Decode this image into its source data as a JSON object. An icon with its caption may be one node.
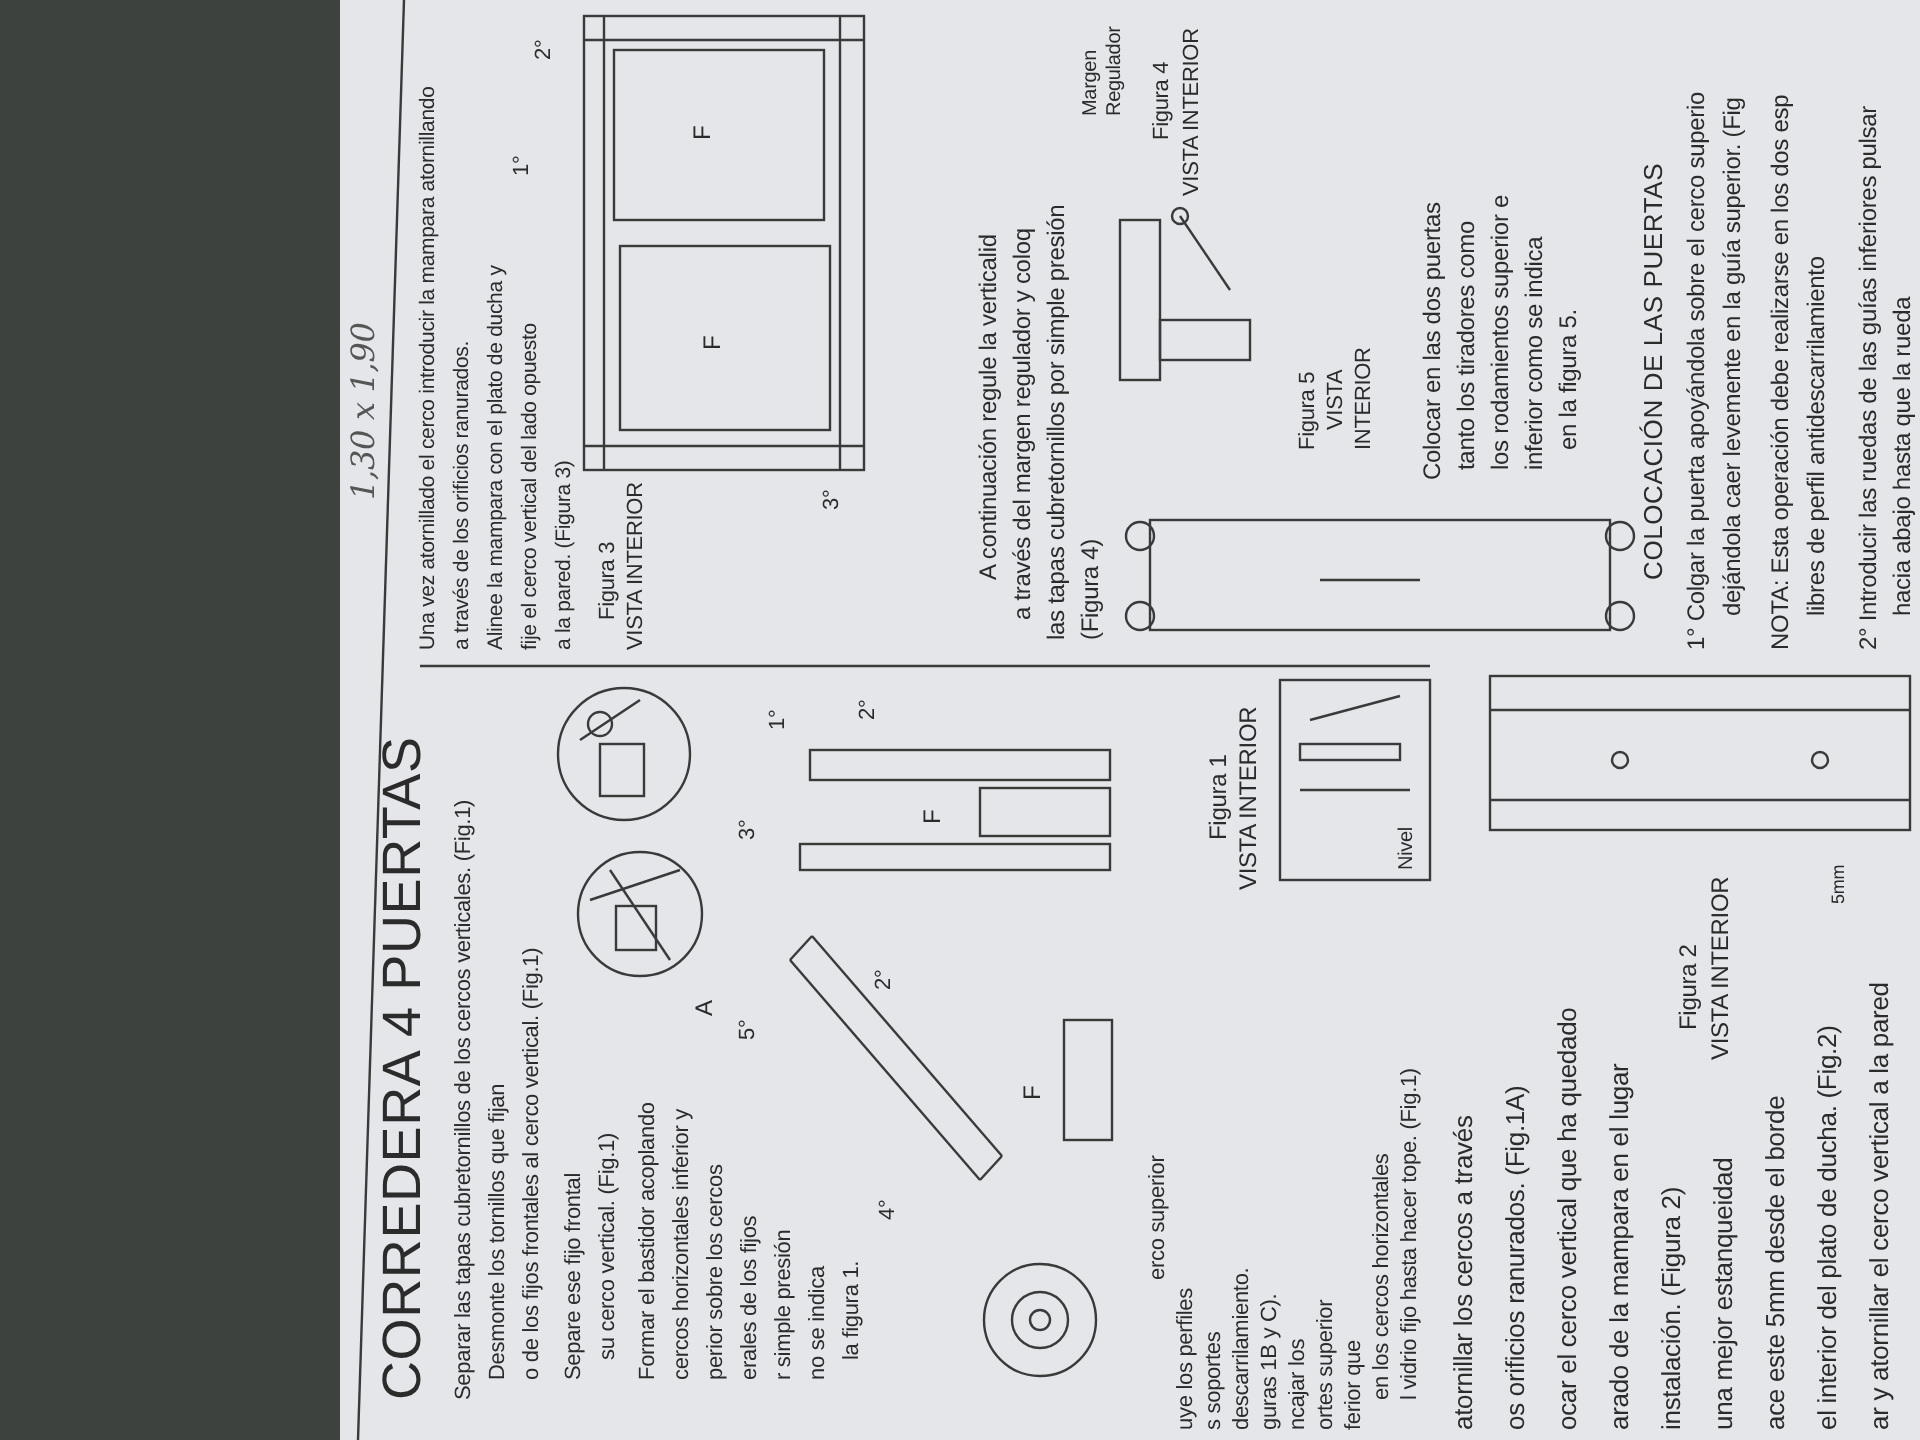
{
  "diagram": {
    "title": "CORREDERA 4 PUERTAS",
    "labels": [
      "1,30 x 1,90",
      "Separar las tapas cubretornillos de los cercos verticales. (Fig.1)",
      "Desmonte los tornillos que fijan",
      "o de los fijos frontales al cerco vertical. (Fig.1)",
      "Separe ese fijo frontal",
      "su cerco vertical. (Fig.1)",
      "Formar el bastidor acoplando",
      "cercos horizontales inferior y",
      "perior sobre los cercos",
      "erales de los fijos",
      "r simple presión",
      "no se indica",
      "la figura 1.",
      "A",
      "1°",
      "2°",
      "3°",
      "5°",
      "2°",
      "4°",
      "F",
      "F",
      "Figura 1",
      "VISTA INTERIOR",
      "Nivel",
      "erco superior",
      "uye los perfiles",
      "s soportes",
      "descarrilamiento.",
      "guras 1B y C).",
      "ncajar los",
      "ortes superior",
      "ferior que",
      "en los cercos horizontales",
      "l vidrio fijo hasta hacer tope. (Fig.1)",
      "atornillar los cercos a través",
      "os orificios ranurados. (Fig.1A)",
      "ocar el cerco vertical que ha quedado",
      "arado de la mampara en el lugar",
      "instalación. (Figura 2)",
      "una mejor estanqueidad",
      "ace este 5mm desde el borde",
      "el interior del plato de ducha. (Fig.2)",
      "ar y atornillar el cerco vertical a la pared",
      "Figura 2",
      "VISTA INTERIOR",
      "5mm",
      "Una vez atornillado el cerco introducir la mampara atornillando",
      "a través de los orificios ranurados.",
      "Alinee la mampara con el plato de ducha y",
      "fije el cerco vertical del lado opuesto",
      "a la pared. (Figura 3)",
      "Figura 3",
      "VISTA INTERIOR",
      "1°",
      "2°",
      "3°",
      "F",
      "F",
      "A continuación regule la verticalid",
      "a través del margen regulador y coloq",
      "las tapas cubretornillos por simple presión",
      "(Figura 4)",
      "Margen Regulador",
      "Figura 4",
      "VISTA INTERIOR",
      "Figura 5",
      "VISTA",
      "INTERIOR",
      "Colocar en las dos puertas",
      "tanto los tiradores como",
      "los rodamientos superior e",
      "inferior como se indica",
      "en la figura 5.",
      "COLOCACIÓN DE LAS PUERTAS",
      "1° Colgar la puerta apoyándola sobre el cerco superio",
      "dejándola caer levemente en la guía superior. (Fig",
      "NOTA: Esta operación debe realizarse en los dos esp",
      "libres de perfil antidescarrilamiento",
      "2° Introducir las ruedas de las guías inferiores pulsar",
      "hacia abajo hasta que la rueda"
    ]
  }
}
